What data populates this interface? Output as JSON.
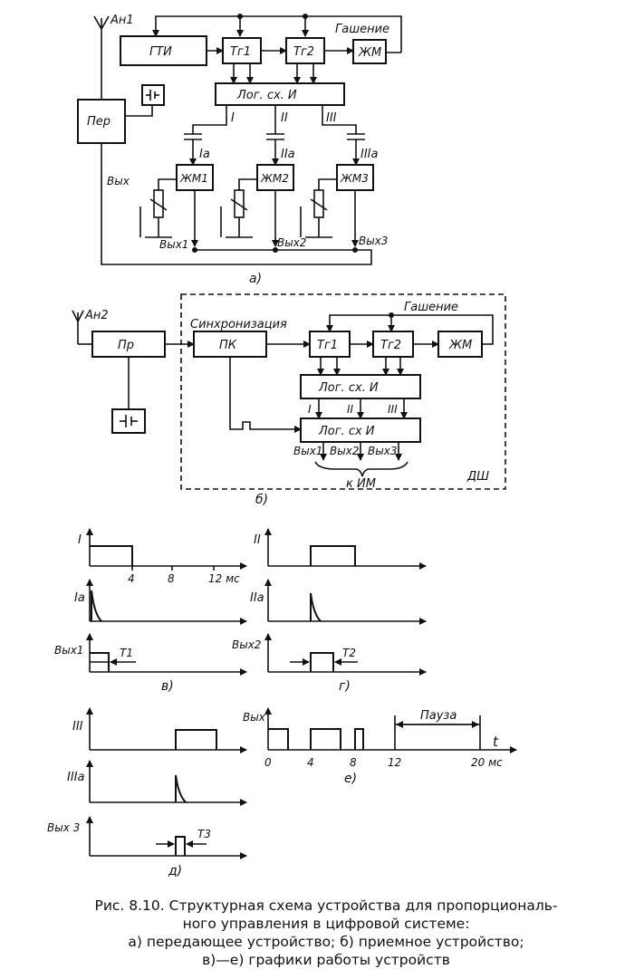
{
  "diagram_a": {
    "antenna": "Ан1",
    "gti": "ГТИ",
    "tg1": "Тг1",
    "tg2": "Тг2",
    "zhm": "ЖМ",
    "gashenie": "Гашение",
    "per": "Пер",
    "logic": "Лог. сх.  И",
    "out_i": "I",
    "out_ii": "II",
    "out_iii": "III",
    "out_ia": "Iа",
    "out_iia": "IIа",
    "out_iiia": "IIIа",
    "zhm1": "ЖМ1",
    "zhm2": "ЖМ2",
    "zhm3": "ЖМ3",
    "vyh": "Вых",
    "vyh1": "Вых1",
    "vyh2": "Вых2",
    "vyh3": "Вых3",
    "label": "а)"
  },
  "diagram_b": {
    "antenna": "Ан2",
    "pr": "Пр",
    "sync": "Синхронизация",
    "pk": "ПК",
    "tg1": "Тг1",
    "tg2": "Тг2",
    "zhm": "ЖМ",
    "gashenie": "Гашение",
    "logic1": "Лог. сх.  И",
    "logic2": "Лог. сх  И",
    "out_i": "I",
    "out_ii": "II",
    "out_iii": "III",
    "vyh1": "Вых1",
    "vyh2": "Вых2",
    "vyh3": "Вых3",
    "kim": "к ИМ",
    "dsh": "ДШ",
    "label": "б)"
  },
  "graphs": {
    "v_label": "в)",
    "g_label": "г)",
    "d_label": "д)",
    "e_label": "е)",
    "y_i": "I",
    "y_ia": "Iа",
    "y_vyh1": "Вых1",
    "y_ii": "II",
    "y_iia": "IIа",
    "y_vyh2": "Вых2",
    "y_iii": "III",
    "y_iiia": "IIIа",
    "y_vyh3": "Вых 3",
    "y_vyh": "Вых",
    "t1": "T1",
    "t2": "T2",
    "t3": "T3",
    "tick_4": "4",
    "tick_8": "8",
    "tick_12ms": "12 мс",
    "e_tick_0": "0",
    "e_tick_4": "4",
    "e_tick_8": "8",
    "e_tick_12": "12",
    "e_tick_20": "20 мс",
    "pauza": "Пауза",
    "t_axis": "t"
  },
  "caption": {
    "line1": "Рис. 8.10. Структурная схема устройства для пропорциональ-",
    "line2": "ного управления в цифровой системе:",
    "line3": "а) передающее устройство; б) приемное устройство;",
    "line4": "в)—е) графики работы устройств"
  }
}
